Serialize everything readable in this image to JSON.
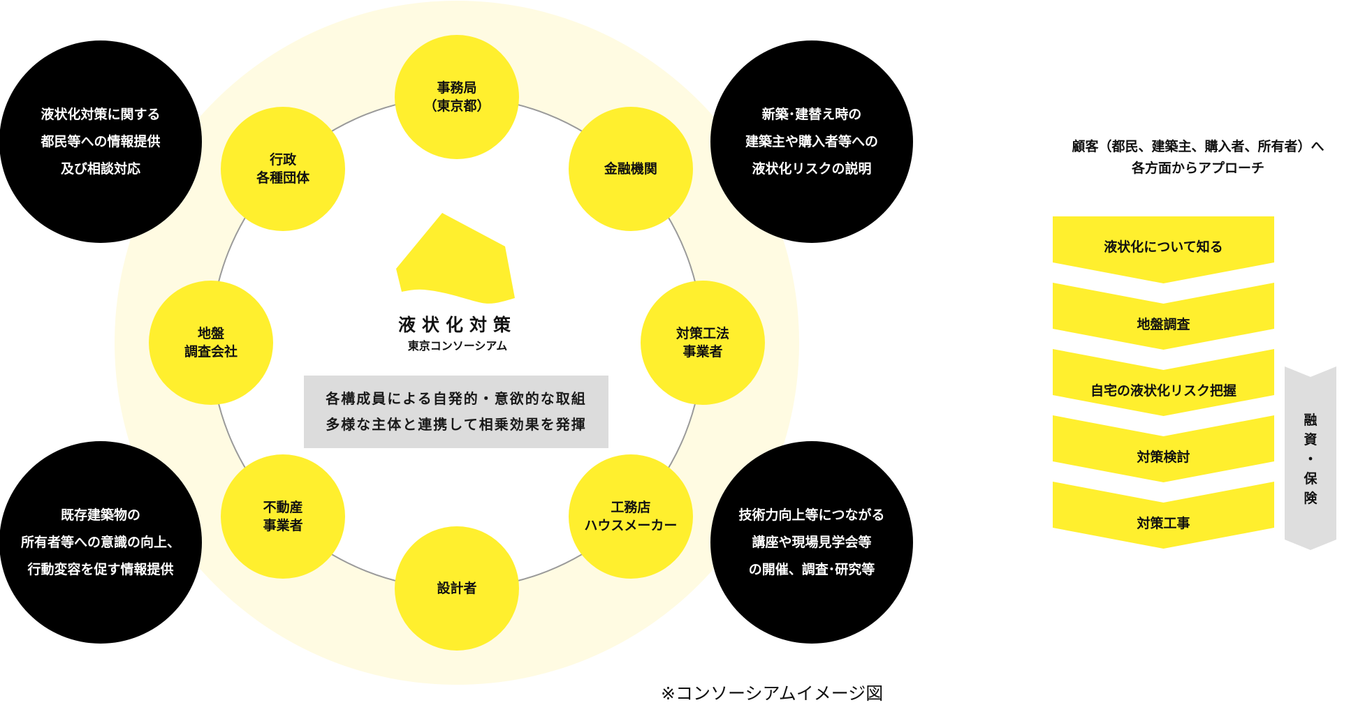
{
  "colors": {
    "yellow": "#ffef2e",
    "cream": "#fffbe2",
    "black": "#000000",
    "ring": "#9a9a9a",
    "gray_box": "#dcdcdc",
    "side_arrow": "#dedede"
  },
  "consortium": {
    "title": "液状化対策",
    "subtitle": "東京コンソーシアム",
    "summary_lines": [
      "各構成員による自発的・意欲的な取組",
      "多様な主体と連携して相乗効果を発揮"
    ],
    "members": [
      {
        "lines": [
          "事務局",
          "（東京都）"
        ]
      },
      {
        "lines": [
          "金融機関"
        ]
      },
      {
        "lines": [
          "対策工法",
          "事業者"
        ]
      },
      {
        "lines": [
          "工務店",
          "ハウスメーカー"
        ]
      },
      {
        "lines": [
          "設計者"
        ]
      },
      {
        "lines": [
          "不動産",
          "事業者"
        ]
      },
      {
        "lines": [
          "地盤",
          "調査会社"
        ]
      },
      {
        "lines": [
          "行政",
          "各種団体"
        ]
      }
    ]
  },
  "activities": {
    "top_left": [
      "液状化対策に関する",
      "都民等への情報提供",
      "及び相談対応"
    ],
    "top_right": [
      "新築･建替え時の",
      "建築主や購入者等への",
      "液状化リスクの説明"
    ],
    "bottom_left": [
      "既存建築物の",
      "所有者等への意識の向上、",
      "行動変容を促す情報提供"
    ],
    "bottom_right": [
      "技術力向上等につながる",
      "講座や現場見学会等",
      "の開催、調査･研究等"
    ]
  },
  "flow": {
    "heading_lines": [
      "顧客（都民、建築主、購入者、所有者）へ",
      "各方面からアプローチ"
    ],
    "steps": [
      "液状化について知る",
      "地盤調査",
      "自宅の液状化リスク把握",
      "対策検討",
      "対策工事"
    ],
    "side_label_chars": [
      "融",
      "資",
      "・",
      "保",
      "険"
    ]
  },
  "caption": "※コンソーシアムイメージ図"
}
